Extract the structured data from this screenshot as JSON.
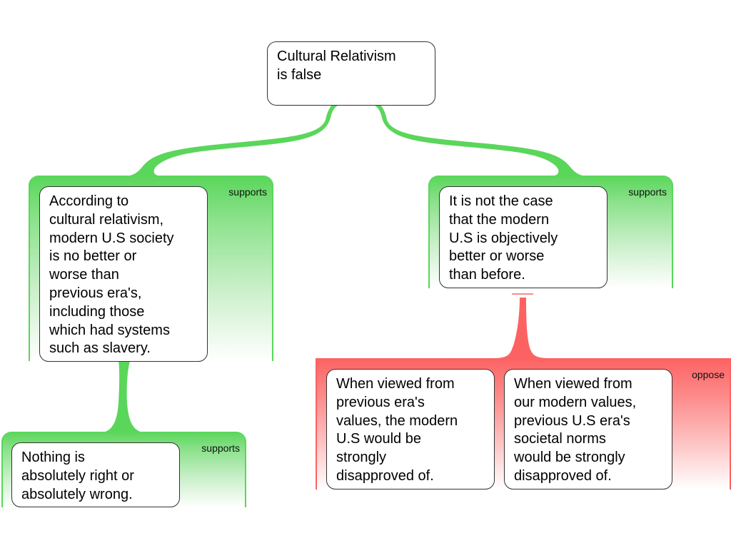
{
  "diagram": {
    "type": "argument-map",
    "colors": {
      "support": "#5ad65a",
      "oppose": "#fd6262",
      "node_border": "#333333",
      "node_fill": "#ffffff"
    },
    "root": {
      "text": "Cultural Relativism\nis false"
    },
    "groups": [
      {
        "relation": "supports",
        "parent": "root",
        "nodes": [
          {
            "text": "According to\ncultural relativism,\nmodern U.S society\nis no better or\nworse than\nprevious era's,\nincluding those\nwhich had systems\nsuch as slavery."
          }
        ]
      },
      {
        "relation": "supports",
        "parent": "root",
        "nodes": [
          {
            "text": "It is not the case\nthat the modern\nU.S is objectively\nbetter or worse\nthan before."
          }
        ]
      },
      {
        "relation": "supports",
        "parent": "group-0-node-0",
        "nodes": [
          {
            "text": "Nothing is\nabsolutely right or\nabsolutely wrong."
          }
        ]
      },
      {
        "relation": "oppose",
        "parent": "group-1-node-0",
        "nodes": [
          {
            "text": "When viewed from\nprevious era's\nvalues, the modern\nU.S would be\nstrongly\ndisapproved of."
          },
          {
            "text": "When viewed from\nour modern values,\nprevious U.S era's\nsocietal norms\nwould be strongly\ndisapproved of."
          }
        ]
      }
    ]
  }
}
